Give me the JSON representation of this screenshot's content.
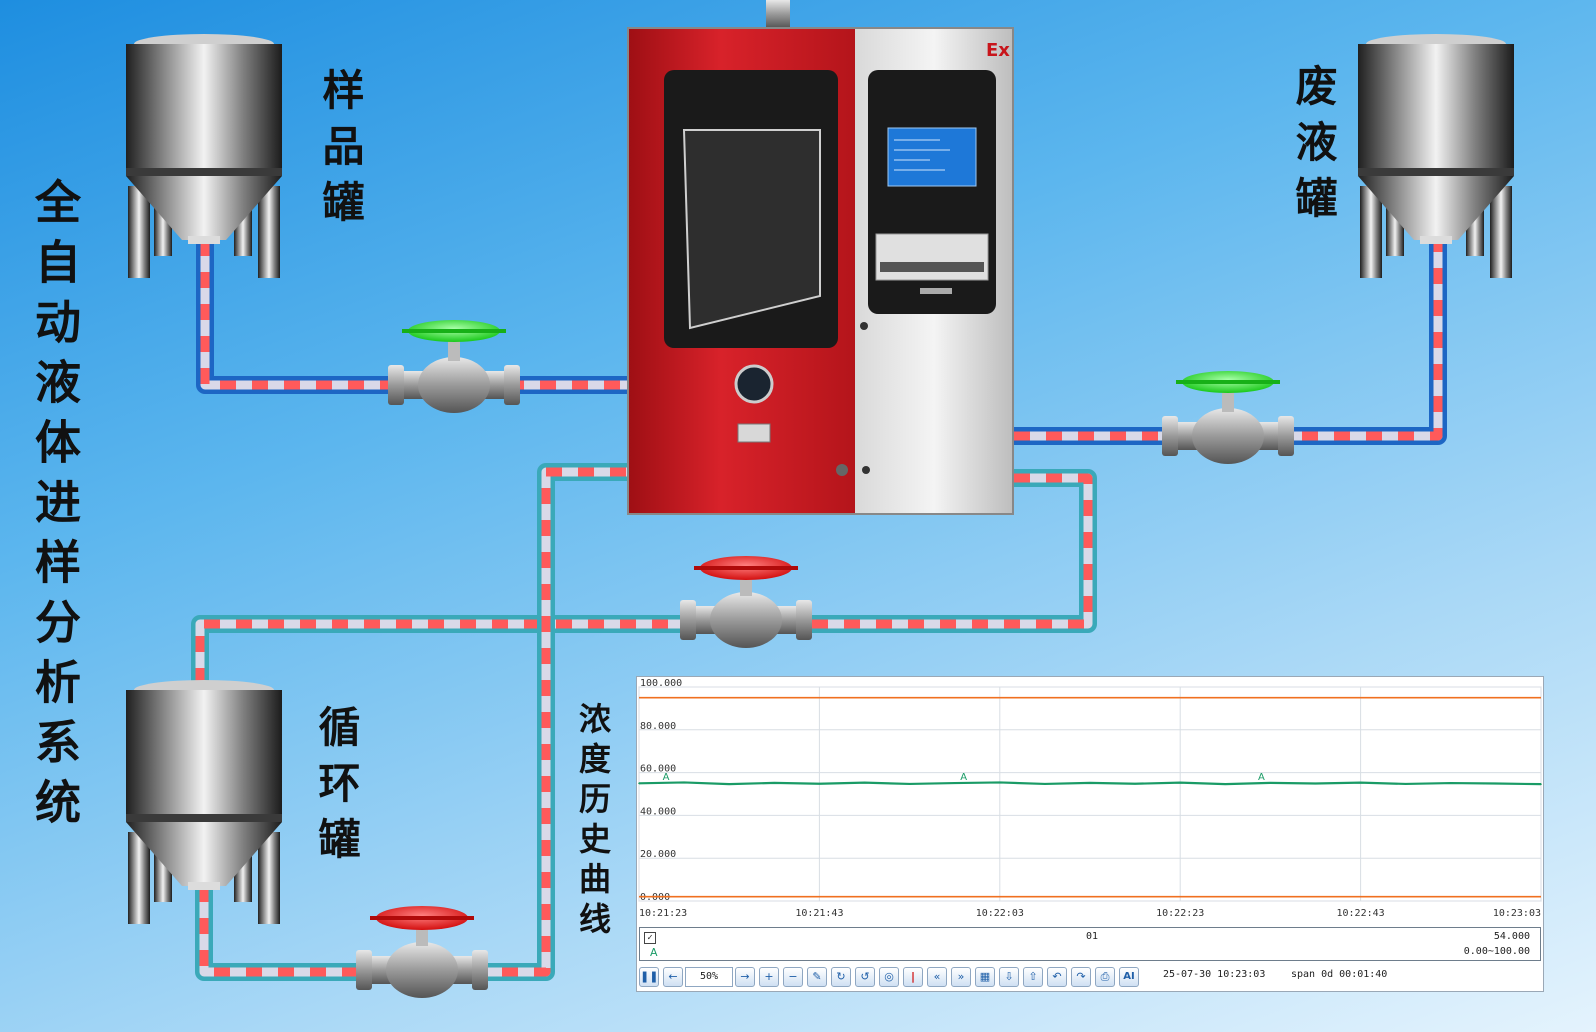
{
  "labels": {
    "system_title": "全自动液体进样分析系统",
    "sample_tank": "样品罐",
    "waste_tank": "废液罐",
    "circulation_tank": "循环罐",
    "chart_title": "浓度历史曲线",
    "cabinet_mark": "Ex"
  },
  "valves": {
    "sample_valve": "open",
    "waste_valve": "open",
    "return_valve": "closed",
    "circulation_valve": "closed"
  },
  "colors": {
    "valve_open": "#22dd22",
    "valve_closed": "#ee1c1c",
    "cabinet_red": "#c8151b",
    "trend_line": "#1a9b66",
    "limit_line": "#f07020",
    "screen_blue": "#1e78d8"
  },
  "chart_data": {
    "type": "line",
    "ylim": [
      0,
      100
    ],
    "y_ticks": [
      "100.000",
      "80.000",
      "60.000",
      "40.000",
      "20.000",
      "0.000"
    ],
    "y_tick_values": [
      100,
      80,
      60,
      40,
      20,
      0
    ],
    "x_ticks": [
      "10:21:23",
      "10:21:43",
      "10:22:03",
      "10:22:23",
      "10:22:43",
      "10:23:03"
    ],
    "x_tick_seconds": [
      0,
      20,
      40,
      60,
      80,
      100
    ],
    "limits": [
      95,
      2
    ],
    "series": [
      {
        "marker": "A",
        "x": [
          0,
          5,
          10,
          15,
          20,
          25,
          30,
          35,
          40,
          45,
          50,
          55,
          60,
          65,
          70,
          75,
          80,
          85,
          90,
          95,
          100
        ],
        "y": [
          55,
          55.4,
          54.6,
          55.2,
          54.8,
          55.3,
          54.7,
          55.1,
          55.4,
          54.7,
          55.2,
          54.8,
          55.3,
          54.6,
          55.2,
          54.9,
          55.3,
          54.7,
          55.1,
          54.9,
          54.6
        ],
        "marker_x": [
          3,
          36,
          69
        ]
      }
    ],
    "grid": true
  },
  "trend": {
    "pen_id": "01",
    "pen_value": "54.000",
    "pen_range": "0.00~100.00",
    "pen_marker": "A",
    "pen_check": "✓",
    "zoom": "50%",
    "current_time": "25-07-30 10:23:03",
    "span": "span 0d 00:01:40",
    "toolbar": {
      "pause": "❚❚",
      "back": "←",
      "forward": "→",
      "zoom_in": "+",
      "zoom_out": "−",
      "tool": "✎",
      "refresh": "↻",
      "undo": "↺",
      "target": "◎",
      "cursor": "|",
      "prev": "«",
      "next": "»",
      "table": "▦",
      "export": "⇩",
      "import": "⇧",
      "left_arrow": "↶",
      "right_arrow": "↷",
      "print": "⎙",
      "auto": "AI"
    }
  }
}
